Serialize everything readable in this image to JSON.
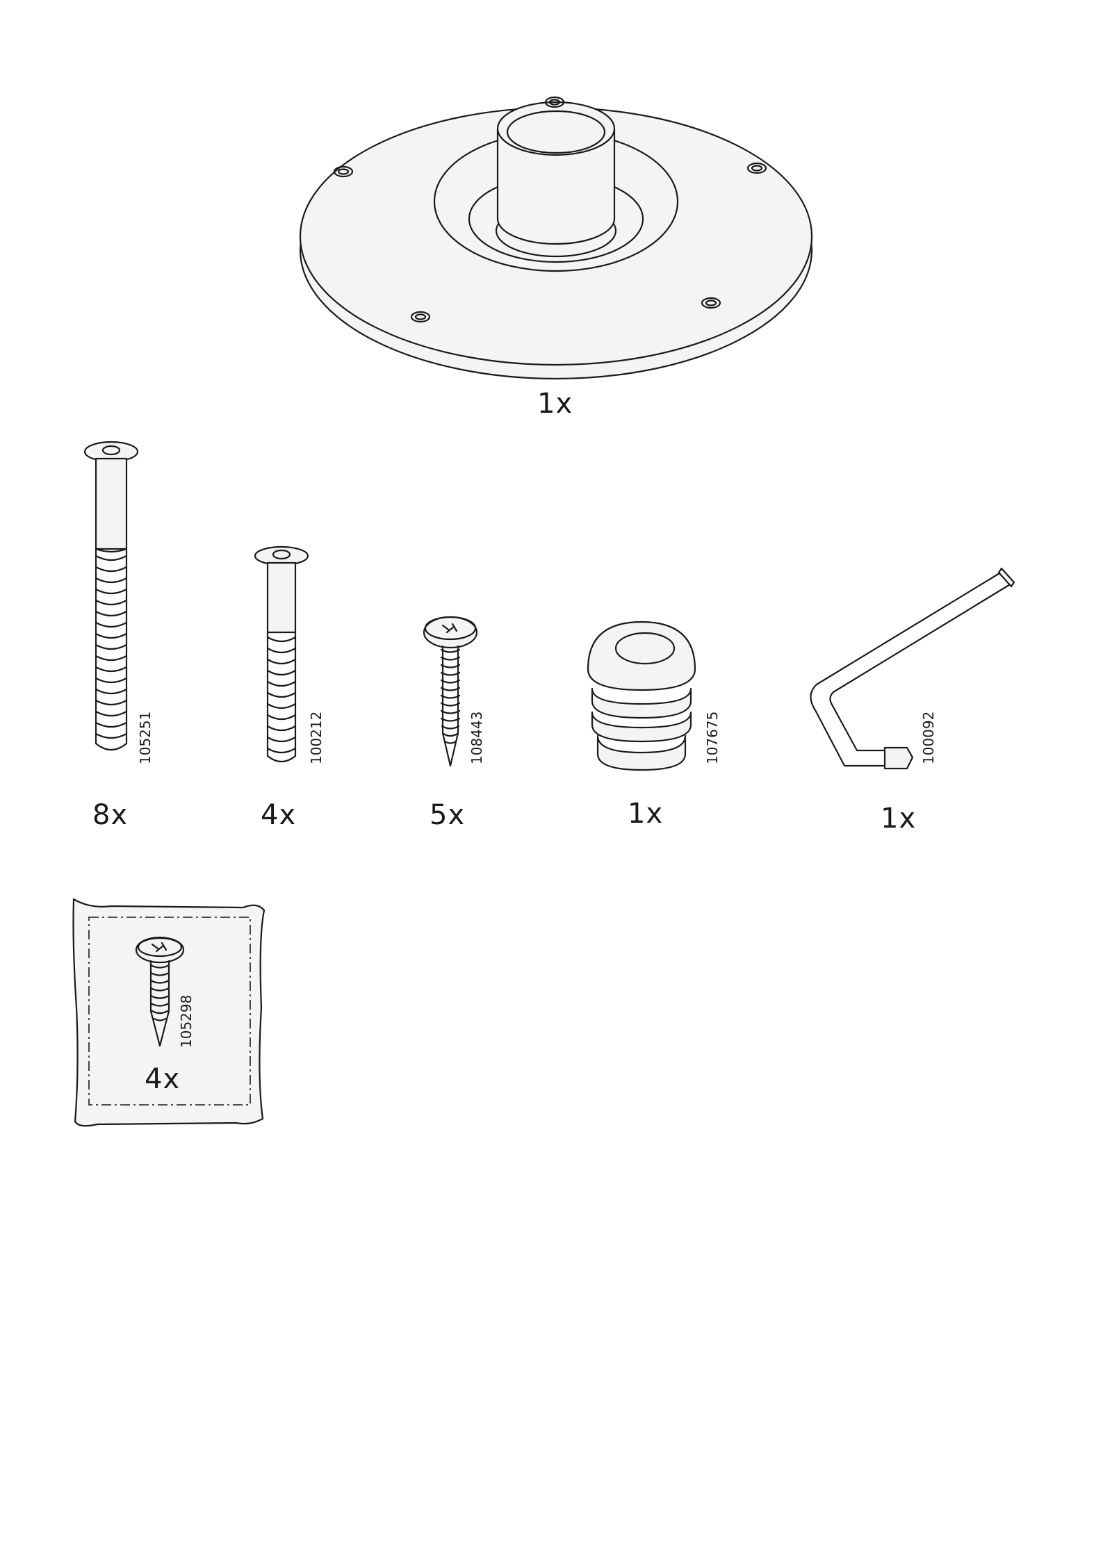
{
  "parts": {
    "base_plate": {
      "name": "base-plate",
      "quantity": "1x"
    },
    "long_screw": {
      "article": "105251",
      "quantity": "8x"
    },
    "short_screw": {
      "article": "100212",
      "quantity": "4x"
    },
    "small_screw": {
      "article": "108443",
      "quantity": "5x"
    },
    "plastic_cap": {
      "article": "107675",
      "quantity": "1x"
    },
    "allen_key": {
      "article": "100092",
      "quantity": "1x"
    },
    "bag_screw": {
      "article": "105298",
      "quantity": "4x"
    }
  }
}
